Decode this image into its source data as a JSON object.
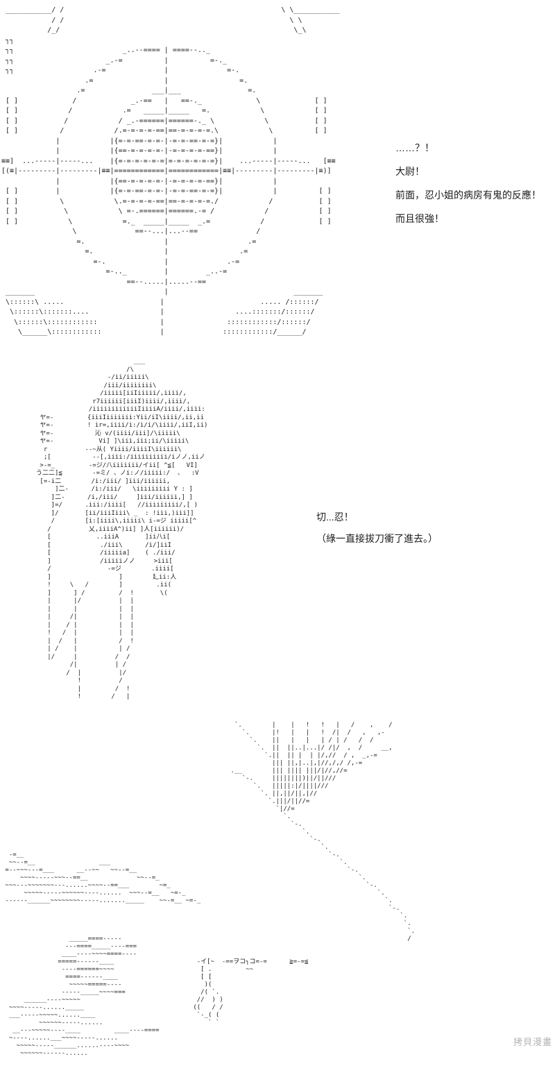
{
  "page": {
    "background": "#ffffff",
    "ink": "#1b1b1b"
  },
  "panel1": {
    "art": [
      " ___________/ /                                                    \\ \\___________",
      "            / /                                                      \\ \\",
      "           /_/                                                        \\_\\",
      " ┐┐",
      " ┐┐                          _..--==== | ====--.._",
      " ┐┐                      _.-=          |          =-._",
      " ┐┐                   .-=              |              =-.",
      "                    .=                 |                 =.",
      "                  .=                ___|___                =.",
      " [ ]             /             _.-==   |   ==-._             \\             [ ]",
      " [ ]            /            .=   _____|_____   =.            \\            [ ]",
      " [ ]           /            / _.-======|======-._ \\            \\           [ ]",
      " [ ]          /            /.=-=-=-=-==|==-=-=-=-=.\\            \\          [ ]",
      "             |            |{=-=-==-=-=-|-=-=-==-=-=}|            |",
      "             |            |{==-=-=-=-=-|-=-=-=-=-==}|            |",
      "≡≡]  ...-----|-----...    |{=-=-=-=-=-=|=-=-=-=-=-=}|    ...-----|-----...   [≡≡",
      "[(≡|---------|---------|≡≡|============|============|≡≡|---------|---------|≡)]",
      "             |            |{==-=-=-=-=-|-=-=-=-=-==}|            |",
      " [ ]         |            |{=-=-==-=-=-|-=-=-==-=-=}|            |          [ ]",
      " [ ]          \\            \\.=-=-=-=-==|==-=-=-=-=./            /           [ ]",
      " [ ]           \\            \\ =-.======|======.-= /            /            [ ]",
      " [ ]            \\            =._  _____|_____  _.=            /             [ ]",
      "                 \\              ==--...|...--==              /",
      "                  =.                   |                   .=",
      "                    =.                 |                 .=",
      "                      =-.              |              .-=",
      "                         =-.._         |         _..-=",
      "                              ==--.....|.....--==",
      " _______                               |                              _______",
      " \\::::::\\ .....                       |                       ..... /::::::/",
      "  \\::::::\\:::::::....                 |                 ....:::::::/::::::/",
      "   \\::::::\\::::::::::::               |               ::::::::::::/::::::/",
      "    \\______\\::::::::::::              |              ::::::::::::/______/"
    ],
    "dialogue": {
      "lines": [
        "……？！",
        "大尉！",
        "前面，忍小姐的病房有鬼的反應！",
        "而且很強！"
      ]
    }
  },
  "panel2": {
    "art": [
      "                          ___",
      "                        /\\",
      "                   -/ii/iiiii\\",
      "                  /iii/iiiiiiii\\",
      "                 /iiiii[iiIiiiii/,iiii/,",
      "               r7iiiiii[iiiI)iiii/,iiii/,",
      "              /iiiiiiiiiiiiIiiiiA/iiii/,iiii:",
      " ヤ=-         {iiiIiiiiiii:Yii/iI\\iiii/,ii,ii",
      " ヤ=-         ! ir=,iiii/i:/i/i/\\iiii/,iiI,ii)",
      " ヤ=-           沁 v/(iiii/iii]/\\iiiii\\",
      " ヤ=-            Vi] ]\\iii,iii;ii/\\iiiii\\",
      "  r          --~从( Yiiii/iiiiI\\iiiiii\\",
      "  ;[           --[,iiii:/iiiiiiiiii/iノノ,iiノ",
      " >-=_         -=ジ/八iiiiiii/イii[ ^≦[   VI]",
      "う二二]≦        -=ミ/ 、ノi:ノ/iiiii:/  、  :V",
      " [=-i二        /i:/iii/ ]iii/iiiiii,",
      "     ]二-      /i:/iii/   \\iiiiiiiii Y : ]",
      "    ]二-      /i,/iii/     ]iii/iiiiii,] ]",
      "    ]=/      .iii:/iiii[   //iiiiiiiii/,[ )",
      "    ]/       [ii/iiiIiii\\ _  : !iii,)iii]]",
      "    /        [i:[iiii\\,iiiii\\ i-=ジ iiiii[^",
      "   /          乂,iiiiA^)ii] ]人[iiiiii)/",
      "   [            ..iiiA       ]ii八i[",
      "   [             ./iii\\      /i/]iiI",
      "   [             /iiiiia]    ( ./iii/",
      "   ]             /iiiiiノノ     >iii[",
      "   /               -=ジ        .iiii[",
      "   ]                  ]        廴ii:人",
      "   !     \\   /        ]         .ii(",
      "   ]      ] /         /  !       \\(",
      "   |      |/          |  |",
      "   |      |           |  |",
      "   |     /|           |  |",
      "   |    / |           |  |",
      "   !   /  |           |  |",
      "   |  /   |           /  !",
      "   | /    |           | /",
      "   |/     |          /  /",
      "         /|          | /",
      "        /  |          |/",
      "           !          /",
      "           |         /  !",
      "           !        /   |"
    ],
    "dialogue": {
      "lines": [
        "切...忍！",
        "（綠一直接拔刀衝了進去。）"
      ]
    }
  },
  "panel3": {
    "art": [
      "                                                              `.        |    |   !   !   |   /    ,    /",
      "                                                                `.      |!   |   |   !  /|  /   ,   ,-",
      "                                                                  `.    ||   |   |   | / | /   /  /",
      "                                                                    `.  ||  ||..|...|/ /|/  ,  /     __,",
      "                                                                      `.||  || |  | |/,//  / ,  _,-=",
      "                                                                        ||| ||,|..|,|//,/,/ /,-=",
      "                                                             .__        ||| |||| |||/|//,//=",
      "                                                                `-.     ||||||||)||/||///",
      "                                                                   `.   |||||:|/||||///",
      "                                                                     `. ||,||/||,|//",
      "                                                                       `.|||/||//=",
      "                                                                         `|//=",
      "                                                                           `.",
      "                                                                             `-.",
      "                                                                                `.",
      "                                                                                  `-.",
      "                                                                                     `.",
      "  -=__                                                                                 `-.",
      "  ~~--=__                 ___                                                             `.",
      " =--~~~---=___      __--~~   ~~--=__                                                        `-.",
      "     ~~~~-----~~~--==__             ~~--=_                                                     `.",
      " ~~~---~~~~~~~---......~~~~--==___        ~=_                                                    `-.",
      "      ~~~~~-----~~~~~~----......  ~~~--=__   ~=-_                                                   `.",
      " ------______~~~~~~~~-----......._____    ~~-=__ ~=-_                                                 `.",
      "                                                                                                       `-.",
      "                                                                                                          `.",
      "                                                                                                           `.",
      "                                                                                                            `.",
      "                  _____====-----                                                                            /",
      "                 ---====_____----===",
      "                ____----~~~~====----",
      "               =====------____                      -イ[~  -==ヲコ┐コ=-=      ≧=-=≦",
      "                ----======~~~~                       [ .         ~~",
      "                 ====------____                      [ [",
      "                  ~~~~~=====----                      )(",
      "                -----_____~~~~===                    /( `.",
      "      ______----~~~~~                               //  ) )",
      "  ~~~~-----......_____                             ((   / /",
      "  ___-----~~~~~......____                           `-_( (",
      "          ~~~~~~-----......                            ` `",
      "   __---~~~~~----____         ____----====",
      "  ~----......___~~~~-----......",
      "    ~~~~~-----______......----~~~~",
      "     ~~~~~~------......"
    ]
  },
  "watermark": {
    "text": "拷貝漫畫",
    "color": "#b3b3b3"
  }
}
